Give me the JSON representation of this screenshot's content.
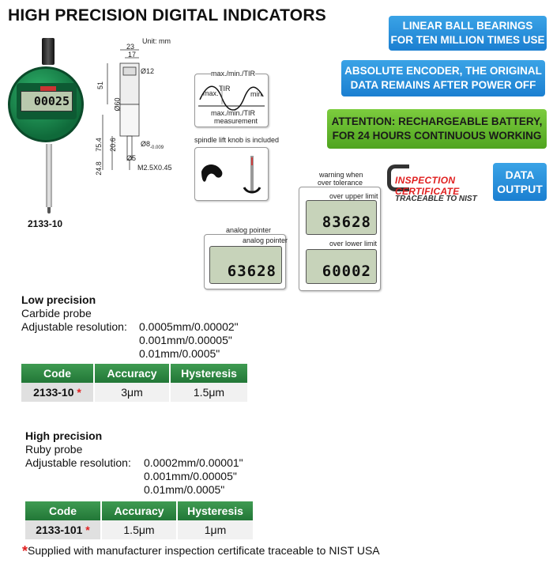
{
  "title": "HIGH PRECISION DIGITAL INDICATORS",
  "features": {
    "bearings": [
      "LINEAR BALL BEARINGS",
      "FOR TEN MILLION TIMES USE"
    ],
    "encoder": [
      "ABSOLUTE ENCODER, THE ORIGINAL",
      "DATA REMAINS AFTER POWER OFF"
    ],
    "battery": [
      "ATTENTION: RECHARGEABLE BATTERY,",
      "FOR 24 HOURS CONTINUOUS WORKING"
    ],
    "data_output": [
      "DATA",
      "OUTPUT"
    ]
  },
  "certificate": {
    "word": "INSPECTION CERTIFICATE",
    "sub": "TRACEABLE TO NIST"
  },
  "gauge": {
    "reading": "00025",
    "model": "2133-10"
  },
  "drawing": {
    "unit": "Unit: mm",
    "dims": [
      "23",
      "17",
      "Ø12",
      "51",
      "Ø60",
      "75.4",
      "20.6",
      "24.8",
      "Ø8",
      "Ø5",
      "M2.5X0.45"
    ],
    "dim_suffix": "-0.009"
  },
  "tir": {
    "top": "max./min./TIR",
    "max": "max.",
    "tir": "TIR",
    "min": "min.",
    "bottom1": "max./min./TIR",
    "bottom2": "measurement"
  },
  "knob": {
    "caption": "spindle lift knob is included"
  },
  "warning": {
    "caption1": "warning when",
    "caption2": "over tolerance",
    "upper_label": "over upper limit",
    "upper_value": "83628",
    "lower_label": "over lower limit",
    "lower_value": "60002"
  },
  "analog": {
    "caption": "analog pointer",
    "inner_label": "analog pointer",
    "value": "63628"
  },
  "low": {
    "heading": "Low precision",
    "probe": "Carbide probe",
    "res_label": "Adjustable resolution:",
    "res": [
      "0.0005mm/0.00002\"",
      "0.001mm/0.00005\"",
      "0.01mm/0.0005\""
    ],
    "headers": [
      "Code",
      "Accuracy",
      "Hysteresis"
    ],
    "row": {
      "code": "2133-10",
      "star": "*",
      "accuracy": "3μm",
      "hysteresis": "1.5μm"
    }
  },
  "high": {
    "heading": "High precision",
    "probe": "Ruby probe",
    "res_label": "Adjustable resolution:",
    "res": [
      "0.0002mm/0.00001\"",
      "0.001mm/0.00005\"",
      "0.01mm/0.0005\""
    ],
    "headers": [
      "Code",
      "Accuracy",
      "Hysteresis"
    ],
    "row": {
      "code": "2133-101",
      "star": "*",
      "accuracy": "1.5μm",
      "hysteresis": "1μm"
    }
  },
  "footnote": {
    "star": "*",
    "text": "Supplied with manufacturer inspection certificate traceable to NIST USA"
  },
  "colors": {
    "blue": "#1b7fd1",
    "green": "#4fa41f",
    "table_green": "#227737",
    "red": "#e02020"
  }
}
